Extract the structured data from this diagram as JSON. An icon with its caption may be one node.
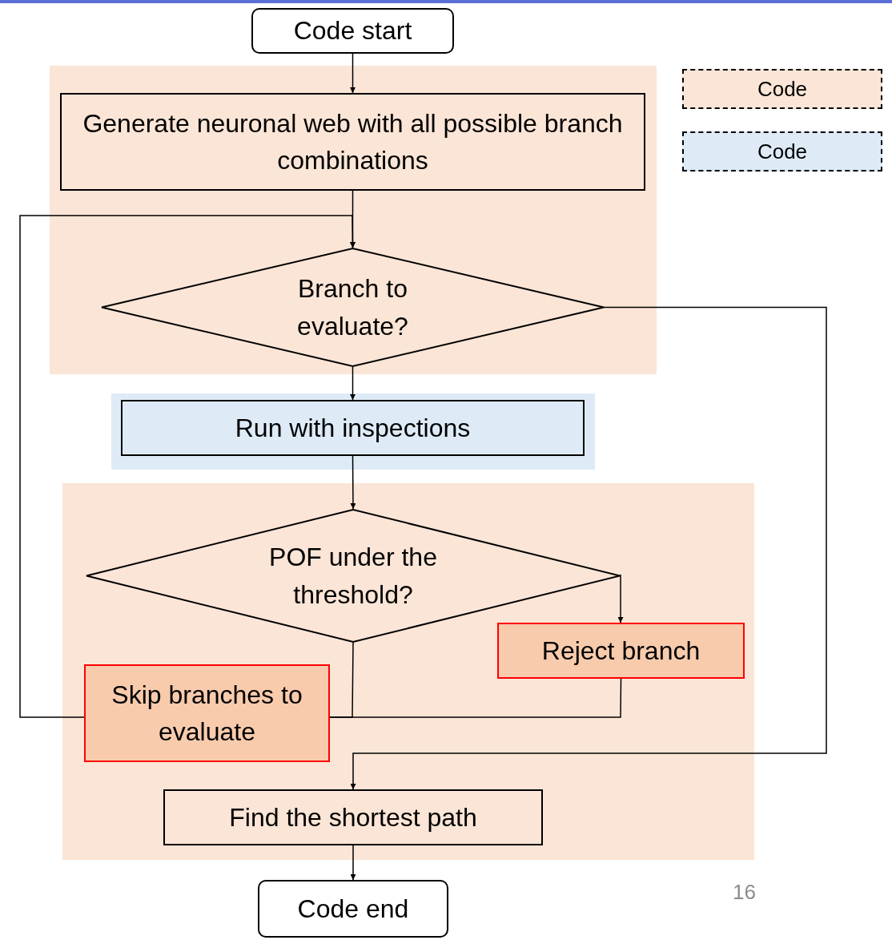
{
  "diagram": {
    "nodes": [
      {
        "text": [
          "Code start"
        ]
      },
      {
        "text": [],
        "shape": "box"
      },
      {
        "text": [
          "Generate neuronal web with all possible branch combinations"
        ],
        "in": 1
      },
      {
        "text": [
          "Branch to evaluate?"
        ],
        "in": 1
      },
      {
        "text": [],
        "shape": "box"
      },
      {
        "text": [
          "Run with inspections"
        ],
        "in": 4
      },
      {
        "text": [],
        "shape": "box"
      },
      {
        "text": [
          "POF under the threshold?"
        ],
        "in": 6
      },
      {
        "text": [
          "Reject branch"
        ],
        "in": 6
      },
      {
        "text": [
          "Skip branches to evaluate"
        ],
        "in": 6
      },
      {
        "text": [
          "Find the shortest path"
        ],
        "in": 6
      },
      {
        "text": [
          "Code end"
        ]
      }
    ],
    "edges": [
      {
        "from": 0,
        "to": 2,
        "arrow": "to"
      },
      {
        "from": 2,
        "to": 3,
        "arrow": "to"
      },
      {
        "from": 3,
        "to": 5,
        "arrow": "to"
      },
      {
        "from": 3,
        "to": 10,
        "arrow": "to"
      },
      {
        "from": 5,
        "to": 7,
        "arrow": "to"
      },
      {
        "from": 7,
        "to": 8,
        "arrow": "to"
      },
      {
        "from": 7,
        "to": 9,
        "arrow": "none"
      },
      {
        "from": 8,
        "to": 9,
        "arrow": "none"
      },
      {
        "from": 9,
        "to": 3,
        "arrow": "to"
      },
      {
        "from": 10,
        "to": 11,
        "arrow": "to"
      }
    ],
    "labels": [
      "16"
    ],
    "legend": [
      {
        "text": "Code",
        "color": "#fbe5d6"
      },
      {
        "text": "Code",
        "color": "#deebf7"
      }
    ]
  }
}
